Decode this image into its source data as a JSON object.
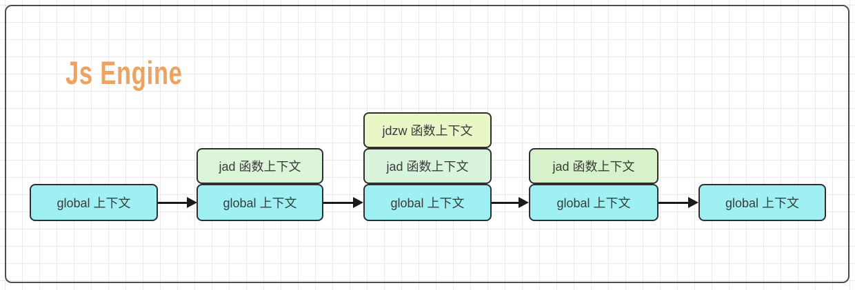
{
  "title": {
    "text": "Js Engine",
    "color": "#f0a25c"
  },
  "stacks": [
    {
      "name": "stack-1",
      "boxes": [
        {
          "label": "global 上下文",
          "fill": "#9ff0f3"
        }
      ]
    },
    {
      "name": "stack-2",
      "boxes": [
        {
          "label": "jad 函数上下文",
          "fill": "#dcf4d8"
        },
        {
          "label": "global 上下文",
          "fill": "#9ff0f3"
        }
      ]
    },
    {
      "name": "stack-3",
      "boxes": [
        {
          "label": "jdzw 函数上下文",
          "fill": "#e9f6c5"
        },
        {
          "label": "jad 函数上下文",
          "fill": "#d9f4dd"
        },
        {
          "label": "global 上下文",
          "fill": "#9ff0f3"
        }
      ]
    },
    {
      "name": "stack-4",
      "boxes": [
        {
          "label": "jad 函数上下文",
          "fill": "#d7f2ca"
        },
        {
          "label": "global 上下文",
          "fill": "#9ff0f3"
        }
      ]
    },
    {
      "name": "stack-5",
      "boxes": [
        {
          "label": "global 上下文",
          "fill": "#9ff0f3"
        }
      ]
    }
  ],
  "colors": {
    "node_border": "#2e2e2e",
    "node_text": "#3b3b3b",
    "arrow": "#1a1a1a",
    "frame_border": "#4d4d4d",
    "grid_line": "#e9e9e9",
    "background": "#ffffff"
  }
}
